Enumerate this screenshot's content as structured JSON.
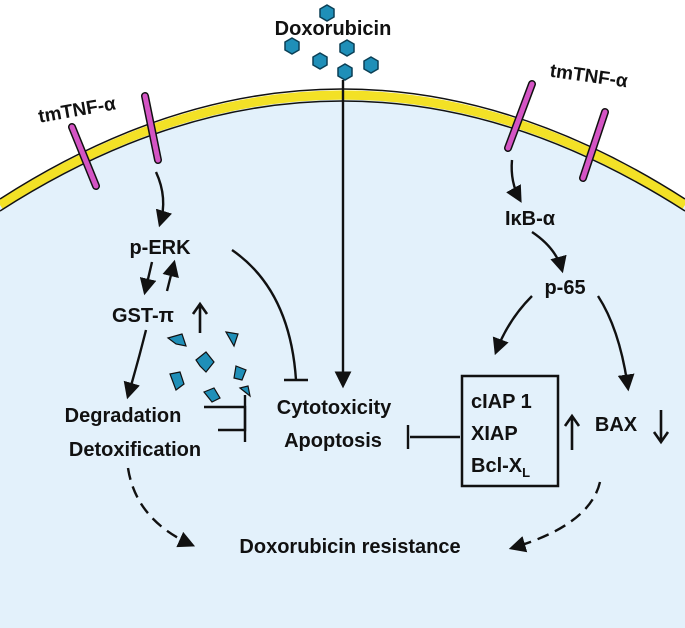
{
  "colors": {
    "cell_fill": "#e3f1fb",
    "membrane": "#f3e126",
    "receptor": "#d454c4",
    "drug": "#1f8fb8",
    "ink": "#111111"
  },
  "labels": {
    "doxorubicin": "Doxorubicin",
    "tmtnf_left": "tmTNF-α",
    "tmtnf_right": "tmTNF-α",
    "perk": "p-ERK",
    "gst": "GST-π",
    "ikb": "IκB-α",
    "p65": "p-65",
    "degradation": "Degradation",
    "detoxification": "Detoxification",
    "cytotoxicity": "Cytotoxicity",
    "apoptosis": "Apoptosis",
    "ciap": "cIAP 1",
    "xiap": "XIAP",
    "bcl": "Bcl-X",
    "bcl_sub": "L",
    "bax": "BAX",
    "resistance": "Doxorubicin resistance"
  },
  "icons": {
    "drug_molecule": "hexagon-icon",
    "drug_fragment": "broken-hexagon-icon",
    "up_regulation": "up-arrow-icon",
    "down_regulation": "down-arrow-icon"
  }
}
